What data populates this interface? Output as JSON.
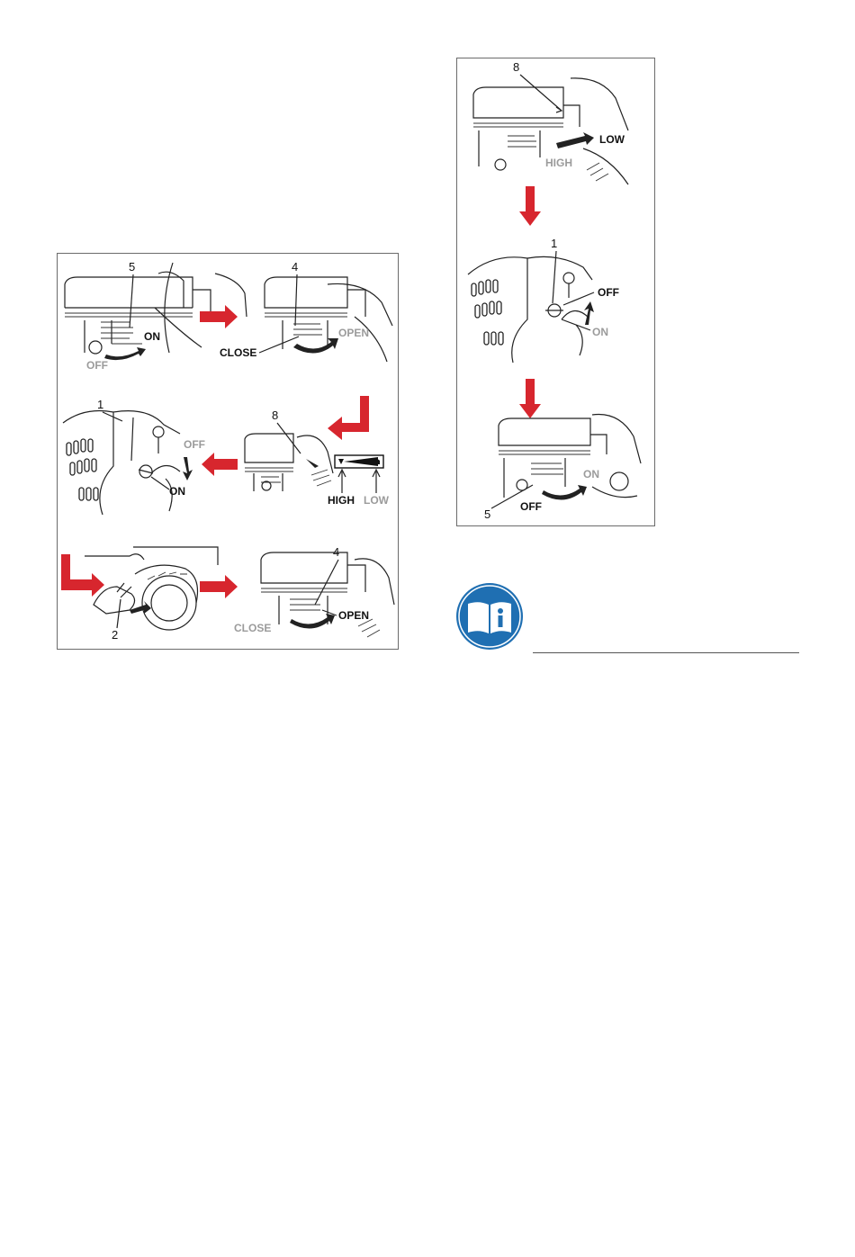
{
  "left_panel": {
    "step1": {
      "callout": "5",
      "on": "ON",
      "off": "OFF"
    },
    "step2": {
      "callout": "4",
      "close": "CLOSE",
      "open": "OPEN"
    },
    "step3": {
      "callout": "8",
      "high": "HIGH",
      "low": "LOW"
    },
    "step4": {
      "callout": "1",
      "off": "OFF",
      "on": "ON"
    },
    "step5": {
      "callout": "2"
    },
    "step6": {
      "callout": "4",
      "close": "CLOSE",
      "open": "OPEN"
    }
  },
  "right_panel": {
    "step1": {
      "callout": "8",
      "low": "LOW",
      "high": "HIGH"
    },
    "step2": {
      "callout": "1",
      "off": "OFF",
      "on": "ON"
    },
    "step3": {
      "callout": "5",
      "on": "ON",
      "off": "OFF"
    }
  },
  "info": {
    "icon": "manual-info-icon",
    "color": "#1f6fb2"
  },
  "colors": {
    "arrow": "#d7262e",
    "grey_label": "#9b9b9b"
  }
}
